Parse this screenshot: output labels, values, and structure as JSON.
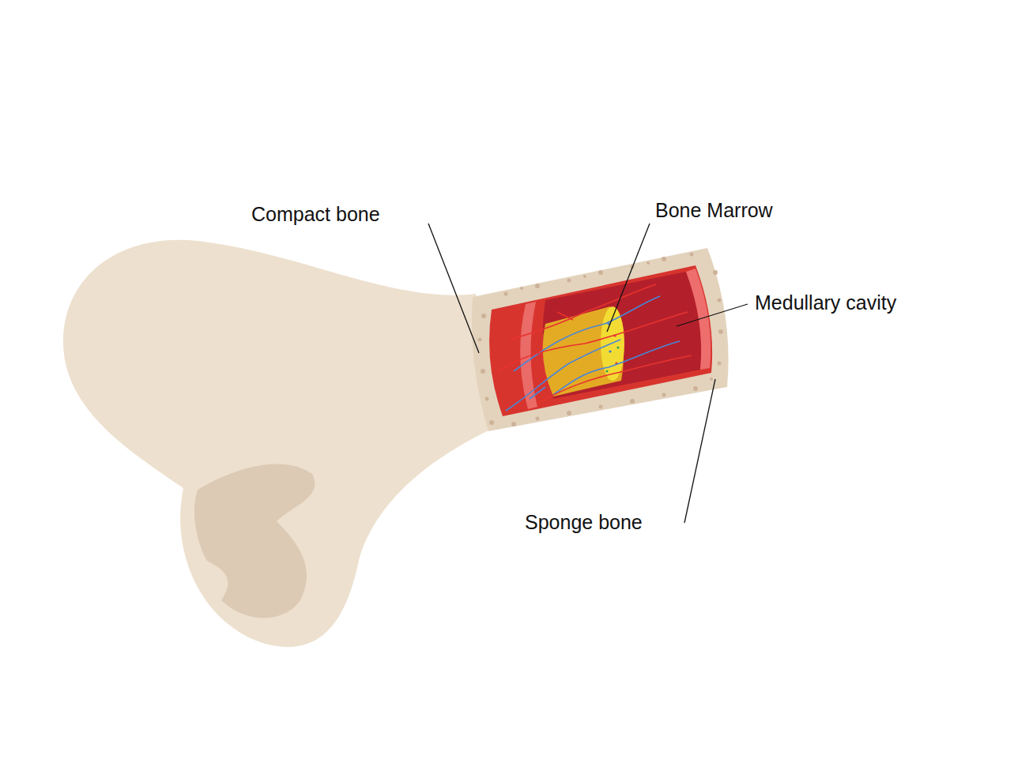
{
  "diagram": {
    "labels": [
      "Compact bone",
      "Bone Marrow",
      "Medullary cavity",
      "Sponge bone"
    ]
  }
}
